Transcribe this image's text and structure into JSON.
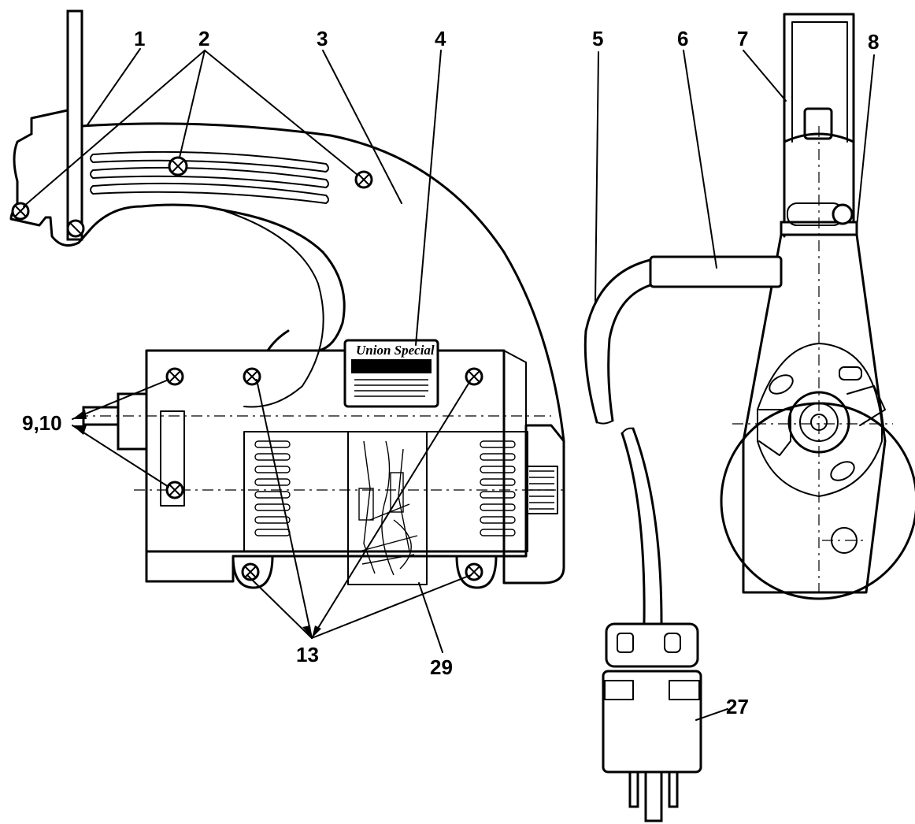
{
  "callouts": {
    "c1": "1",
    "c2": "2",
    "c3": "3",
    "c4": "4",
    "c5": "5",
    "c6": "6",
    "c7": "7",
    "c8": "8",
    "c9_10": "9,10",
    "c13": "13",
    "c29": "29",
    "c27": "27"
  },
  "nameplate": {
    "brand": "Union Special"
  }
}
